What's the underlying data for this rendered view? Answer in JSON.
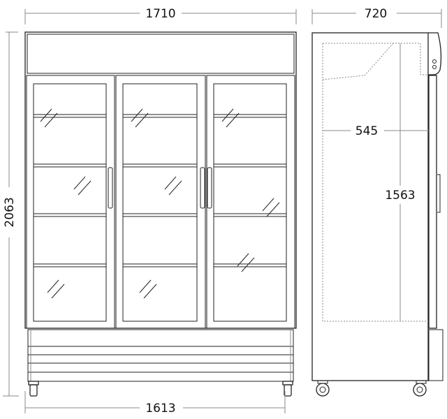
{
  "title": "Glass door refrigerator dimension drawing",
  "units": "mm",
  "front_view": {
    "total_width": "1710",
    "total_height": "2063",
    "wheelbase_width": "1613",
    "door_count": 3
  },
  "side_view": {
    "total_depth": "720",
    "interior_depth": "545",
    "interior_height": "1563"
  }
}
